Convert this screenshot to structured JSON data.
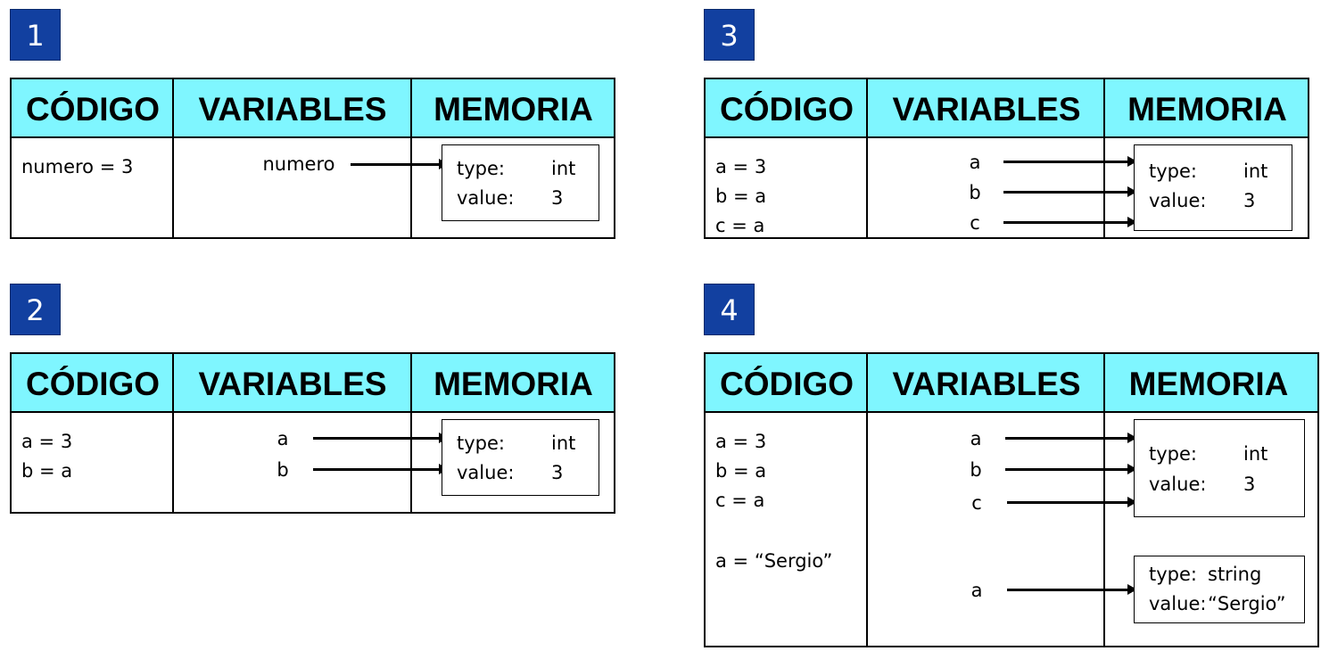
{
  "headers": {
    "codigo": "CÓDIGO",
    "variables": "VARIABLES",
    "memoria": "MEMORIA"
  },
  "panels": [
    {
      "number": "1",
      "code": [
        "numero = 3"
      ],
      "variables": [
        "numero"
      ],
      "objects": [
        {
          "type_label": "type:",
          "type_value": "int",
          "value_label": "value:",
          "value_value": "3"
        }
      ]
    },
    {
      "number": "2",
      "code": [
        "a = 3",
        "b = a"
      ],
      "variables": [
        "a",
        "b"
      ],
      "objects": [
        {
          "type_label": "type:",
          "type_value": "int",
          "value_label": "value:",
          "value_value": "3"
        }
      ]
    },
    {
      "number": "3",
      "code": [
        "a = 3",
        "b = a",
        "c = a"
      ],
      "variables": [
        "a",
        "b",
        "c"
      ],
      "objects": [
        {
          "type_label": "type:",
          "type_value": "int",
          "value_label": "value:",
          "value_value": "3"
        }
      ]
    },
    {
      "number": "4",
      "code": [
        "a = 3",
        "b = a",
        "c = a",
        "a = “Sergio”"
      ],
      "variables": [
        "a",
        "b",
        "c",
        "a"
      ],
      "objects": [
        {
          "type_label": "type:",
          "type_value": "int",
          "value_label": "value:",
          "value_value": "3"
        },
        {
          "type_label": "type:",
          "type_value": "string",
          "value_label": "value:",
          "value_value": "“Sergio”"
        }
      ]
    }
  ],
  "colors": {
    "badge": "#1240a0",
    "header": "#7ff6ff",
    "border": "#000000"
  }
}
